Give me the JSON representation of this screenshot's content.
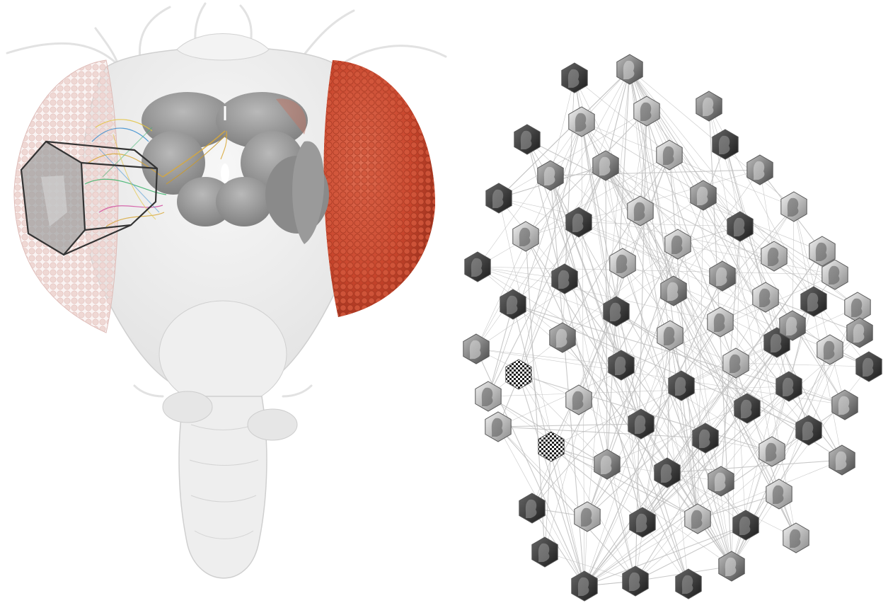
{
  "colors": {
    "background": "#ffffff",
    "head_body": "#eeeeee",
    "head_outline": "#d6d6d6",
    "brain": "#9a9a9a",
    "brain_dark": "#7c7c7c",
    "eye_right": "#c8452c",
    "eye_left_tint": "#e6c2bd",
    "neuron_traces": [
      "#d9a93a",
      "#3a8fd0",
      "#39b36a",
      "#d24fa0",
      "#e3c441"
    ],
    "hex_edges": "#bcbcbc",
    "prism_outline": "#333333"
  },
  "figure": {
    "left_panel": "fly-head-with-optic-neurons",
    "right_panel": "hexagonal-filter-network",
    "node_count": 72,
    "node_styles": [
      "dark",
      "mid",
      "light",
      "checker"
    ]
  }
}
